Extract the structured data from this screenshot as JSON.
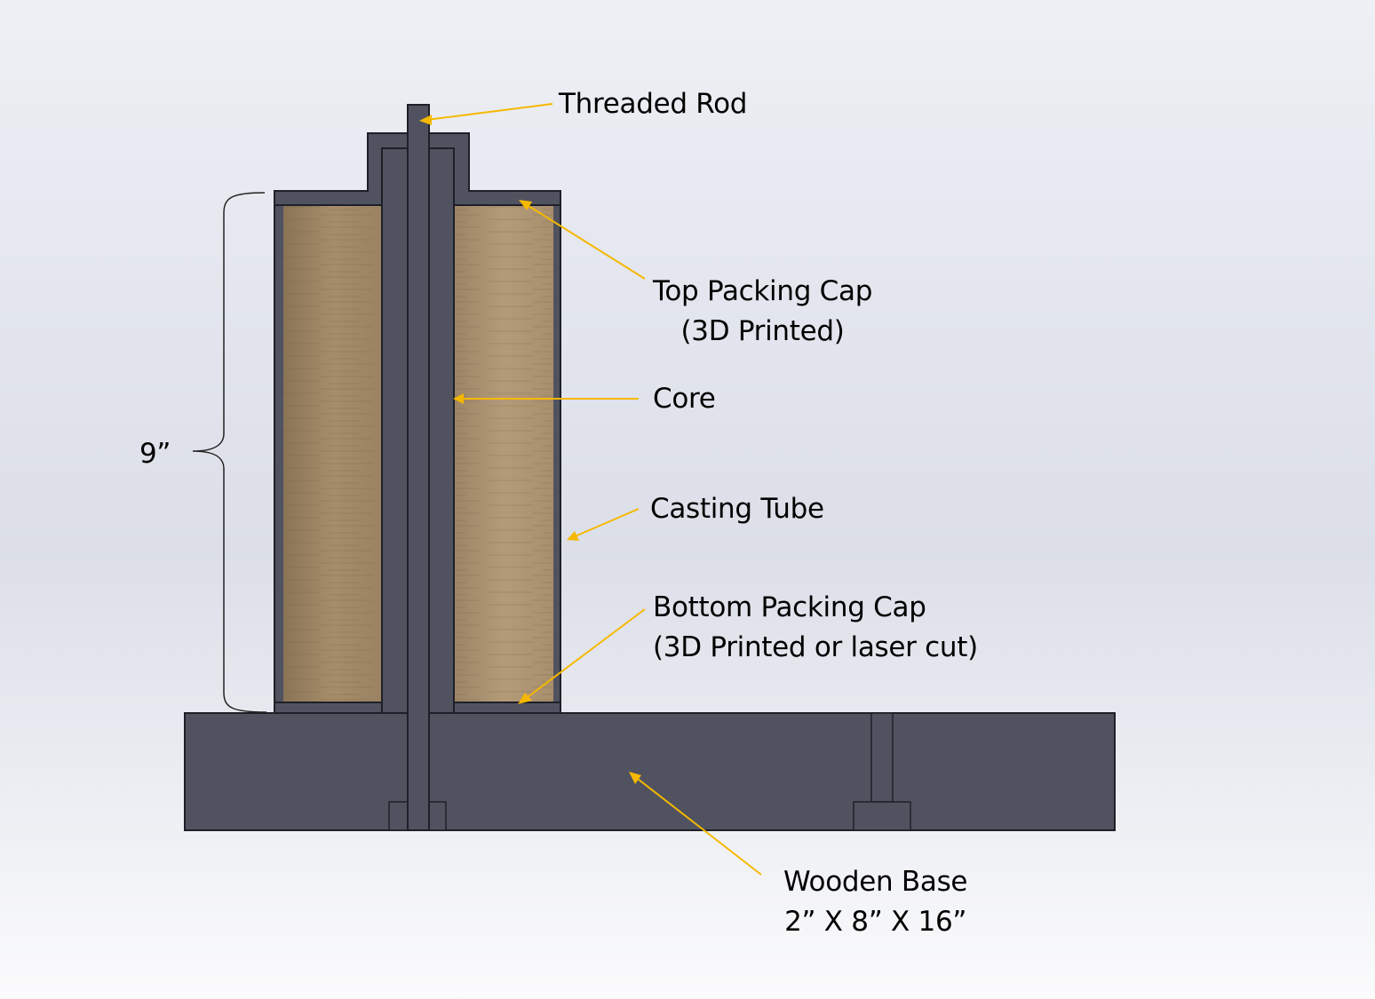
{
  "labels": {
    "threaded_rod": "Threaded Rod",
    "top_cap_line1": "Top Packing Cap",
    "top_cap_line2": "(3D Printed)",
    "core": "Core",
    "casting_tube": "Casting Tube",
    "bottom_cap_line1": "Bottom Packing Cap",
    "bottom_cap_line2": "(3D Printed or laser cut)",
    "base_line1": "Wooden Base",
    "base_line2": "2” X 8” X 16”",
    "height_dim": "9”"
  },
  "colors": {
    "part_fill": "#50535f",
    "part_edge": "#1e2028",
    "leader": "#f5b800",
    "wood_light": "#b8a07e",
    "wood_dark": "#8c7557"
  }
}
